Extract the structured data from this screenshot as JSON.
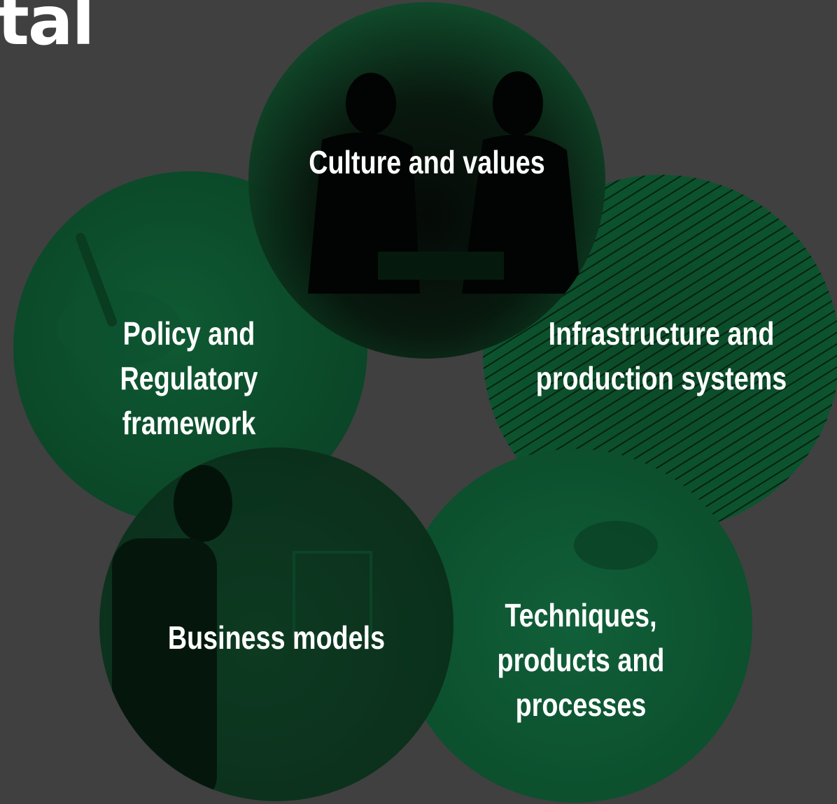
{
  "title_fragment": "tal",
  "colors": {
    "background": "#404040",
    "circle_green": "#0c5a32",
    "circle_dark": "#061a0e",
    "text": "#ffffff"
  },
  "circles": [
    {
      "id": "culture",
      "label": "Culture and values",
      "image": "two-people-silhouette"
    },
    {
      "id": "policy",
      "label": "Policy and\nRegulatory\nframework",
      "image": "hand-writing"
    },
    {
      "id": "infrastructure",
      "label": "Infrastructure and\nproduction systems",
      "image": "cables-lines"
    },
    {
      "id": "business",
      "label": "Business models",
      "image": "person-at-whiteboard"
    },
    {
      "id": "techniques",
      "label": "Techniques,\nproducts and\nprocesses",
      "image": "hands-with-tools"
    }
  ]
}
